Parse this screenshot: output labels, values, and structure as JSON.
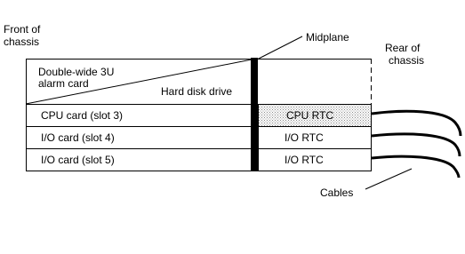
{
  "labels": {
    "front_line1": "Front of",
    "front_line2": "chassis",
    "rear_line1": "Rear of",
    "rear_line2": "chassis",
    "midplane": "Midplane",
    "cables": "Cables"
  },
  "front_slots": {
    "alarm_line1": "Double-wide  3U",
    "alarm_line2": "alarm  card",
    "hard_disk": "Hard  disk  drive",
    "cpu_card": "CPU card (slot 3)",
    "io_card_4": "I/O card (slot 4)",
    "io_card_5": "I/O card (slot 5)"
  },
  "rear_slots": {
    "cpu_rtc": "CPU RTC",
    "io_rtc_1": "I/O RTC",
    "io_rtc_2": "I/O RTC"
  },
  "colors": {
    "line": "#000000",
    "midplane": "#000000",
    "rtc_shading": "#c8c8c8"
  }
}
